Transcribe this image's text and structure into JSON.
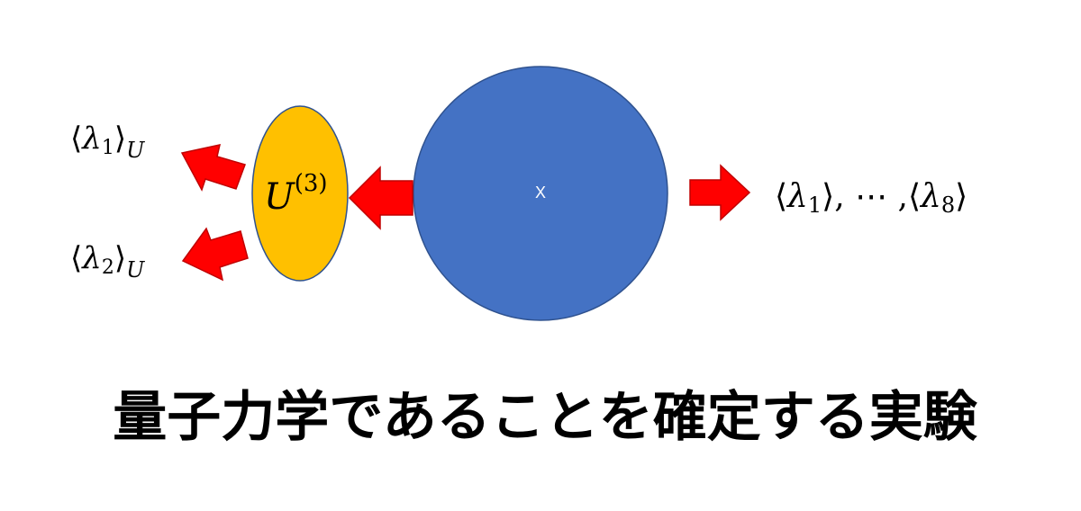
{
  "colors": {
    "source": "#4472C4",
    "source_border": "#2F528F",
    "unitary": "#FFC000",
    "unitary_border": "#2F528F",
    "arrow": "#FF0000",
    "arrow_border": "#C00000"
  },
  "source": {
    "label": "X"
  },
  "unitary": {
    "base": "U",
    "superscript": "(3)"
  },
  "outputs": {
    "left_top": {
      "open": "⟨",
      "symbol": "λ",
      "index": "1",
      "close": "⟩",
      "subscript": "U"
    },
    "left_bottom": {
      "open": "⟨",
      "symbol": "λ",
      "index": "2",
      "close": "⟩",
      "subscript": "U"
    },
    "right": {
      "open_a": "⟨",
      "symbol_a": "λ",
      "index_a": "1",
      "close_a": "⟩",
      "separator": ", ⋯ ,",
      "open_b": "⟨",
      "symbol_b": "λ",
      "index_b": "8",
      "close_b": "⟩"
    }
  },
  "caption": "量子力学であることを確定する実験"
}
